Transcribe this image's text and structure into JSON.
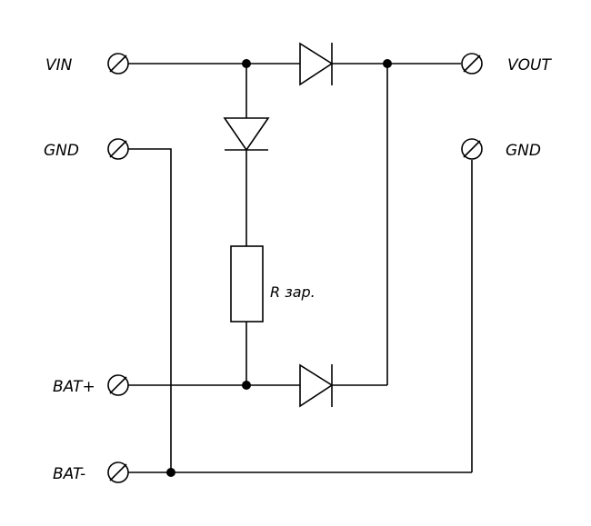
{
  "diagram": {
    "terminals": {
      "vin": "VIN",
      "gnd_in": "GND",
      "bat_plus": "BAT+",
      "bat_minus": "BAT-",
      "vout": "VOUT",
      "gnd_out": "GND"
    },
    "resistor_label": "R зар."
  }
}
